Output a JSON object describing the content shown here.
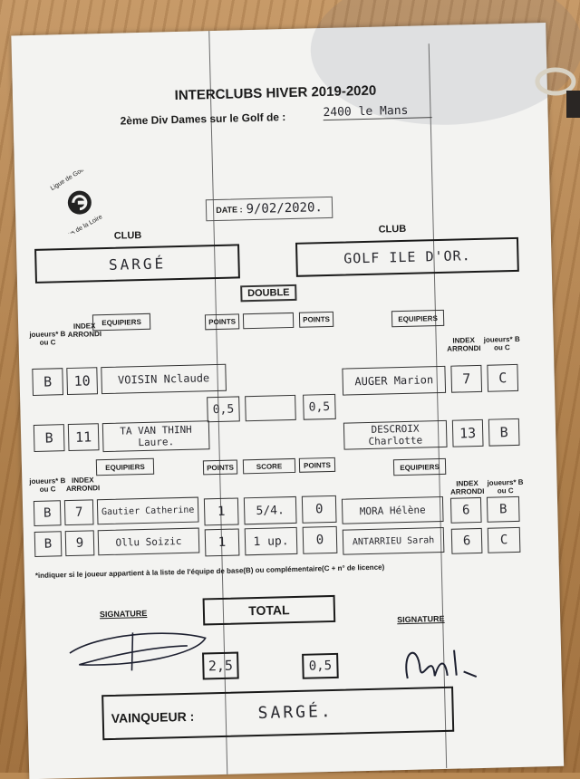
{
  "header": {
    "title": "INTERCLUBS HIVER 2019-2020",
    "subtitle_prefix": "2ème Div Dames sur le Golf de :",
    "subtitle_value": "2400 le Mans",
    "date_label": "DATE :",
    "date_value": "9/02/2020."
  },
  "logo": {
    "line1": "Ligue de Golf",
    "line2": "Pays de la Loire"
  },
  "clubs": {
    "left_label": "CLUB",
    "left_name": "SARGÉ",
    "right_label": "CLUB",
    "right_name": "GOLF ILE D'OR."
  },
  "double": {
    "title": "DOUBLE",
    "equipiers": "EQUIPIERS",
    "points": "POINTS",
    "score": "",
    "joueurs_label": "joueurs* B ou C",
    "index_label": "INDEX ARRONDI",
    "left_players": [
      {
        "type": "B",
        "index": "10",
        "name": "VOISIN Nclaude"
      },
      {
        "type": "B",
        "index": "11",
        "name": "TA VAN THINH Laure."
      }
    ],
    "right_players": [
      {
        "name": "AUGER Marion",
        "index": "7",
        "type": "C"
      },
      {
        "name": "DESCROIX Charlotte",
        "index": "13",
        "type": "B"
      }
    ],
    "left_points": "0,5",
    "right_points": "0,5"
  },
  "singles": {
    "equipiers": "EQUIPIERS",
    "points": "POINTS",
    "score": "SCORE",
    "joueurs_label": "joueurs* B ou C",
    "index_label": "INDEX ARRONDI",
    "rows": [
      {
        "left_type": "B",
        "left_index": "7",
        "left_name": "Gautier Catherine",
        "left_points": "1",
        "score": "5/4.",
        "right_points": "0",
        "right_name": "MORA Hélène",
        "right_index": "6",
        "right_type": "B"
      },
      {
        "left_type": "B",
        "left_index": "9",
        "left_name": "Ollu Soizic",
        "left_points": "1",
        "score": "1 up.",
        "right_points": "0",
        "right_name": "ANTARRIEU Sarah",
        "right_index": "6",
        "right_type": "C"
      }
    ]
  },
  "footnote": "*indiquer si le joueur appartient à la liste de l'équipe de base(B) ou complémentaire(C + n° de licence)",
  "total": {
    "label": "TOTAL",
    "left_value": "2,5",
    "right_value": "0,5"
  },
  "signature": {
    "left_label": "SIGNATURE",
    "right_label": "SIGNATURE"
  },
  "winner": {
    "label": "VAINQUEUR :",
    "value": "SARGÉ."
  }
}
